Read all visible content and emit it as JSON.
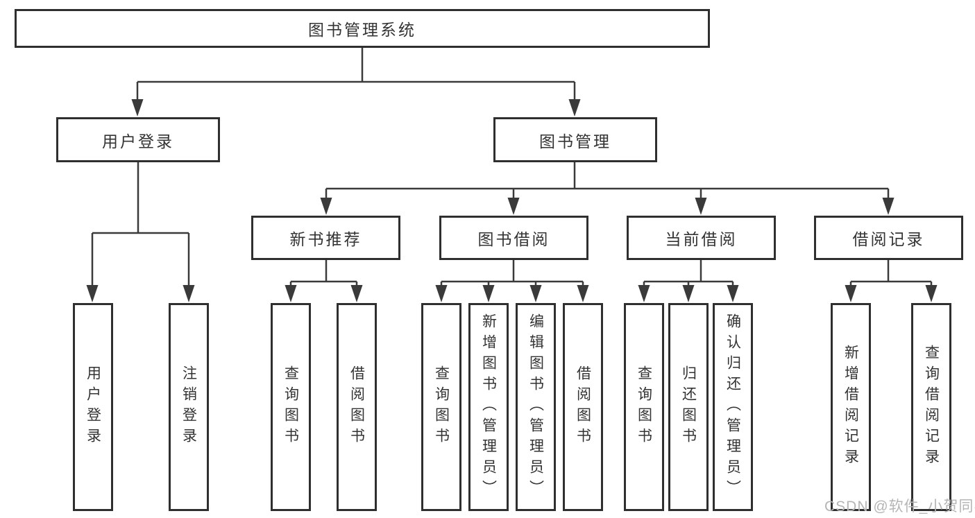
{
  "tree": {
    "root": {
      "label": "图书管理系统"
    },
    "branches": [
      {
        "label": "用户登录",
        "children": [
          {
            "label": "用户登录"
          },
          {
            "label": "注销登录"
          }
        ]
      },
      {
        "label": "图书管理",
        "children": [
          {
            "label": "新书推荐",
            "children": [
              {
                "label": "查询图书"
              },
              {
                "label": "借阅图书"
              }
            ]
          },
          {
            "label": "图书借阅",
            "children": [
              {
                "label": "查询图书"
              },
              {
                "label": "新增图书（管理员）"
              },
              {
                "label": "编辑图书（管理员）"
              },
              {
                "label": "借阅图书"
              }
            ]
          },
          {
            "label": "当前借阅",
            "children": [
              {
                "label": "查询图书"
              },
              {
                "label": "归还图书"
              },
              {
                "label": "确认归还（管理员）"
              }
            ]
          },
          {
            "label": "借阅记录",
            "children": [
              {
                "label": "新增借阅记录"
              },
              {
                "label": "查询借阅记录"
              }
            ]
          }
        ]
      }
    ]
  },
  "watermark": {
    "text": "CSDN @软件_小贺同学"
  },
  "colors": {
    "line": "#3a3a3a",
    "box_border": "#2f2f2f",
    "text": "#333333",
    "background": "#ffffff",
    "watermark_text": "#b5b5b5"
  }
}
